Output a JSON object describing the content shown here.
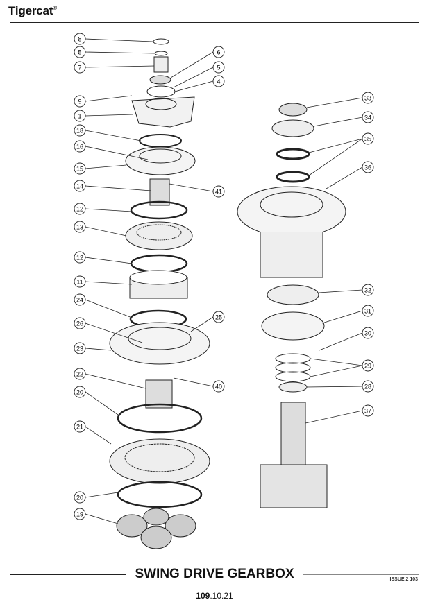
{
  "header": {
    "brand": "Tigercat",
    "registered": "®"
  },
  "diagram": {
    "callouts_left": [
      "8",
      "5",
      "7",
      "9",
      "1",
      "18",
      "16",
      "15",
      "14",
      "12",
      "13",
      "12",
      "11",
      "24",
      "26",
      "23",
      "22",
      "20",
      "21",
      "20",
      "19"
    ],
    "callouts_mid": [
      "6",
      "5",
      "4",
      "41",
      "25",
      "40"
    ],
    "callouts_right": [
      "33",
      "34",
      "35",
      "36",
      "32",
      "31",
      "30",
      "29",
      "28",
      "37"
    ]
  },
  "footer": {
    "title": "SWING DRIVE GEARBOX",
    "issue": "ISSUE 2 103",
    "page_bold": "109",
    "page_rest": ".10.21"
  }
}
